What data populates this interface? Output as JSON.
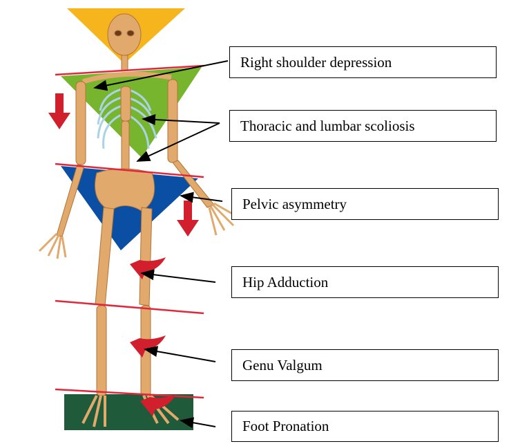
{
  "labels": [
    "Right shoulder depression",
    "Thoracic and lumbar scoliosis",
    "Pelvic asymmetry",
    "Hip Adduction",
    "Genu Valgum",
    "Foot Pronation"
  ],
  "colors": {
    "head_triangle": "#f6b51c",
    "shoulder_triangle": "#78b52e",
    "pelvis_triangle": "#0a4fa3",
    "foot_base": "#1f5a3a",
    "level_lines": "#e0283c",
    "arrows_red": "#d11f2d",
    "bone": "#e2a96c"
  }
}
